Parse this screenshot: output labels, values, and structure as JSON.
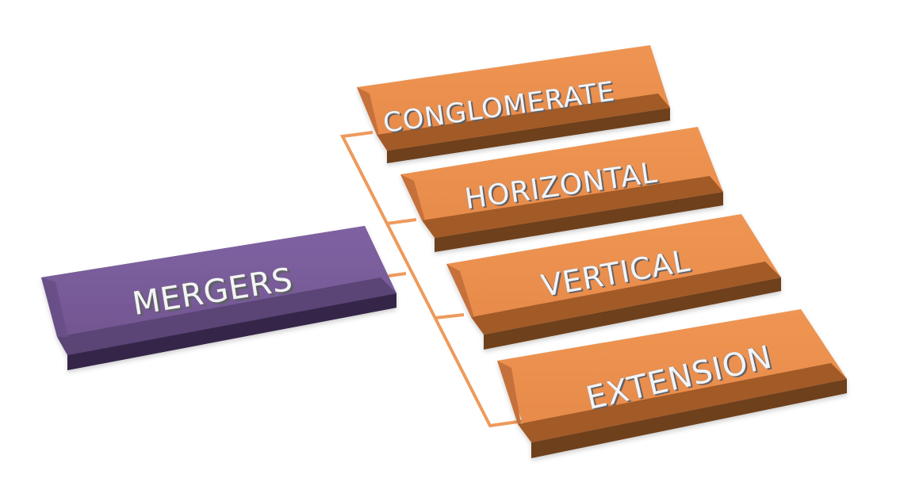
{
  "diagram": {
    "type": "hierarchy",
    "root": {
      "label": "MERGERS",
      "color": "#7a5c9a"
    },
    "children": [
      {
        "label": "CONGLOMERATE",
        "color": "#ea8c4a"
      },
      {
        "label": "HORIZONTAL",
        "color": "#ea8c4a"
      },
      {
        "label": "VERTICAL",
        "color": "#ea8c4a"
      },
      {
        "label": "EXTENSION",
        "color": "#ea8c4a"
      }
    ],
    "connector_color": "#ee9a5c",
    "text_color": "#f4f4f6"
  }
}
